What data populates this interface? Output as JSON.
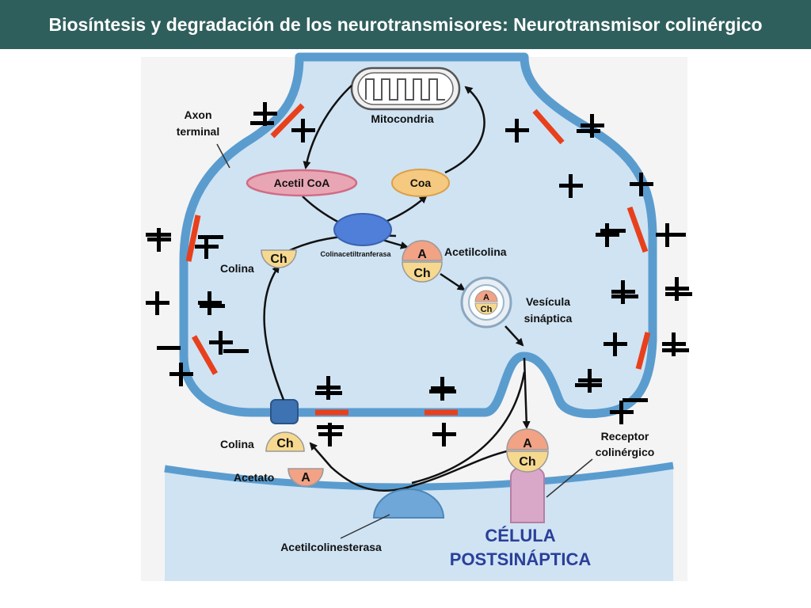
{
  "title": "Biosíntesis y degradación de los neurotransmisores: Neurotransmisor colinérgico",
  "labels": {
    "axon_terminal": [
      "Axon",
      "terminal"
    ],
    "mitocondria": "Mitocondria",
    "acetil_coa": "Acetil CoA",
    "coa": "Coa",
    "colinacetiltransferasa": "Colinacetiltranferasa",
    "acetilcolina": "Acetilcolina",
    "colina_top": "Colina",
    "vesicula": [
      "Vesícula",
      "sináptica"
    ],
    "receptor": [
      "Receptor",
      "colinérgico"
    ],
    "colina_bottom": "Colina",
    "acetato": "Acetato",
    "acetilcolinesterasa": "Acetilcolinesterasa",
    "celula": [
      "CÉLULA",
      "POSTSINÁPTICA"
    ]
  },
  "molecule_text": {
    "a": "A",
    "ch": "Ch"
  },
  "colors": {
    "title_bg": "#2f5f5c",
    "neuron_fill": "#cfe3f3",
    "membrane": "#5b9ccf",
    "channel_red": "#e8401c",
    "acetil_coa_fill": "#e8a6b4",
    "coa_fill": "#f6c980",
    "enzyme_blue": "#4f7fd8",
    "choline_fill": "#f6d98f",
    "acetate_fill": "#f2a285",
    "receptor_fill": "#d9a7c7",
    "esterase_fill": "#6fa8d8",
    "postsynaptic_text": "#2b3f9a"
  }
}
